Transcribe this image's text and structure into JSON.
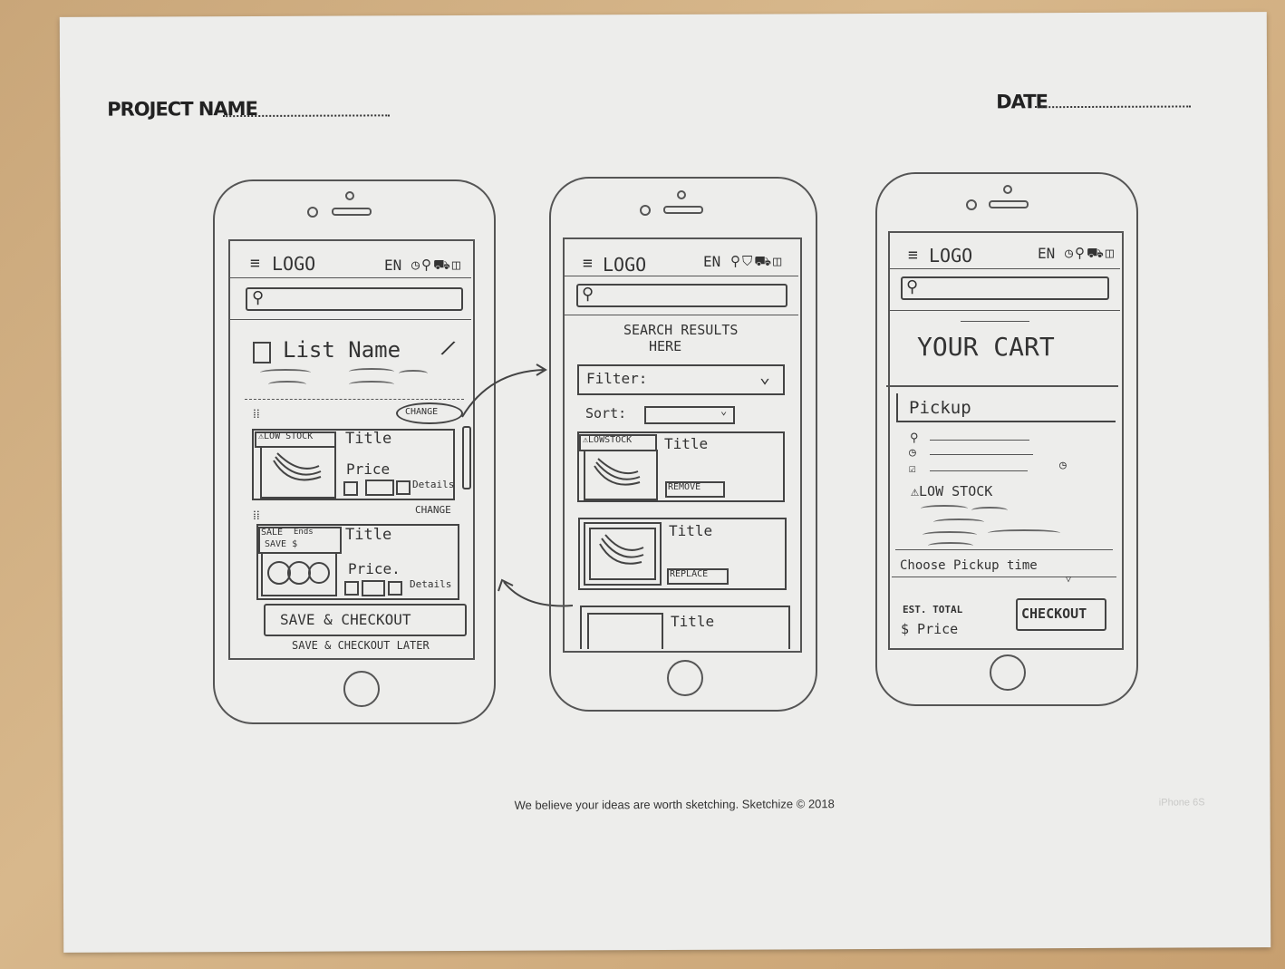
{
  "header": {
    "project_label": "PROJECT NAME",
    "date_label": "DATE"
  },
  "footer": {
    "tagline": "We believe your ideas are worth sketching. Sketchize © 2018",
    "model": "iPhone 6S"
  },
  "screens": [
    {
      "nav": {
        "logo": "LOGO",
        "lang": "EN"
      },
      "list": {
        "title": "List Name"
      },
      "item1": {
        "badge": "LOW STOCK",
        "title": "Title",
        "price": "Price",
        "details": "Details",
        "change": "CHANGE"
      },
      "item2": {
        "badge1": "SALE",
        "badge2": "Ends",
        "badge3": "SAVE $",
        "title": "Title",
        "price": "Price.",
        "details": "Details",
        "change": "CHANGE"
      },
      "primary_button": "SAVE & CHECKOUT",
      "secondary_link": "SAVE & CHECKOUT LATER"
    },
    {
      "nav": {
        "logo": "LOGO",
        "lang": "EN"
      },
      "heading_line1": "SEARCH RESULTS",
      "heading_line2": "HERE",
      "filter": "Filter:",
      "sort": "Sort:",
      "result1": {
        "badge": "LOWSTOCK",
        "title": "Title",
        "action": "REMOVE"
      },
      "result2": {
        "title": "Title",
        "action": "REPLACE"
      },
      "result3": {
        "title": "Title"
      }
    },
    {
      "nav": {
        "logo": "LOGO",
        "lang": "EN"
      },
      "heading": "YOUR CART",
      "pickup": "Pickup",
      "low_stock": "LOW STOCK",
      "pickup_time": "Choose Pickup time",
      "est_total_label": "EST. TOTAL",
      "est_total_value": "$ Price",
      "checkout": "CHECKOUT"
    }
  ]
}
